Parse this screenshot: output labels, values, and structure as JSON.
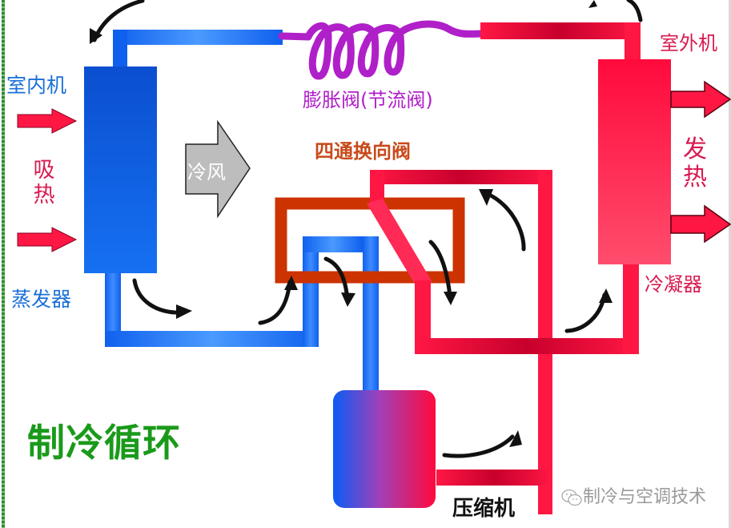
{
  "diagram": {
    "title": "制冷循环",
    "type": "refrigeration-cycle",
    "colors": {
      "cold_pipe": "#1565f0",
      "hot_pipe": "#ff1744",
      "expansion_valve": "#b020c8",
      "four_way_valve": "#cc3300",
      "title_green": "#1a9a1a",
      "indoor_label_blue": "#1a70d8",
      "outdoor_label_red": "#d81b50",
      "cold_wind_gray": "#bdbdbd"
    }
  },
  "labels": {
    "indoor_unit": "室内机",
    "absorb_heat": [
      "吸",
      "热"
    ],
    "evaporator": "蒸发器",
    "cold_wind": "冷风",
    "expansion_valve": "膨胀阀(节流阀)",
    "four_way_valve": "四通换向阀",
    "outdoor_unit": "室外机",
    "emit_heat": [
      "发",
      "热"
    ],
    "condenser": "冷凝器",
    "compressor": "压缩机",
    "cycle_title": "制冷循环"
  },
  "watermark": {
    "icon": "wechat-icon",
    "text": "制冷与空调技术"
  },
  "components": [
    {
      "id": "evaporator",
      "label": "蒸发器",
      "side": "indoor"
    },
    {
      "id": "expansion-valve",
      "label": "膨胀阀(节流阀)"
    },
    {
      "id": "condenser",
      "label": "冷凝器",
      "side": "outdoor"
    },
    {
      "id": "four-way-valve",
      "label": "四通换向阀"
    },
    {
      "id": "compressor",
      "label": "压缩机"
    }
  ],
  "flow_direction": [
    "evaporator",
    "four-way-valve",
    "compressor",
    "four-way-valve",
    "condenser",
    "expansion-valve",
    "evaporator"
  ]
}
